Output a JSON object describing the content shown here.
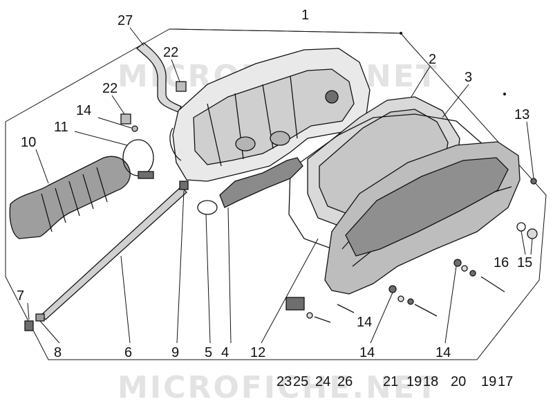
{
  "watermark": {
    "text_top": "MICROFICHE.NET",
    "text_bottom": "MICROFICHE.NET"
  },
  "colors": {
    "line": "#111111",
    "fill_light": "#d9d9d9",
    "fill_mid": "#b4b4b4",
    "fill_dark": "#6e6e6e",
    "watermark": "#e3e3e3"
  },
  "callouts": {
    "c1": "1",
    "c2": "2",
    "c3": "3",
    "c4": "4",
    "c5": "5",
    "c6": "6",
    "c7": "7",
    "c8": "8",
    "c9": "9",
    "c10": "10",
    "c11": "11",
    "c12": "12",
    "c13": "13",
    "c14a": "14",
    "c14b": "14",
    "c14c": "14",
    "c14d": "14",
    "c15": "15",
    "c16": "16",
    "c17": "17",
    "c18": "18",
    "c19a": "19",
    "c19b": "19",
    "c20": "20",
    "c21": "21",
    "c22a": "22",
    "c22b": "22",
    "c23": "23",
    "c24": "24",
    "c25": "25",
    "c26": "26",
    "c27": "27"
  }
}
